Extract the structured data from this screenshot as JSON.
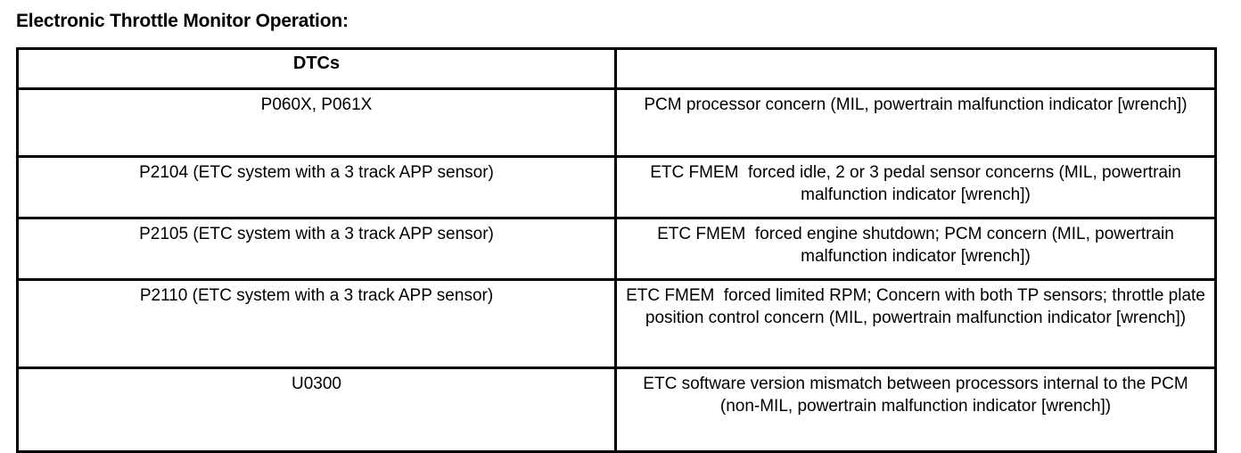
{
  "title": "Electronic Throttle Monitor Operation:",
  "table": {
    "columns": [
      {
        "header": "DTCs"
      },
      {
        "header": ""
      }
    ],
    "rows": [
      {
        "dtc": "P060X, P061X",
        "description": "PCM processor concern (MIL, powertrain malfunction indicator [wrench])"
      },
      {
        "dtc": "P2104 (ETC system with a 3 track APP sensor)",
        "description": "ETC FMEM  forced idle, 2 or 3 pedal sensor concerns (MIL, powertrain malfunction indicator [wrench])"
      },
      {
        "dtc": "P2105 (ETC system with a 3 track APP sensor)",
        "description": "ETC FMEM  forced engine shutdown; PCM concern (MIL, powertrain malfunction indicator [wrench])"
      },
      {
        "dtc": "P2110 (ETC system with a 3 track APP sensor)",
        "description": "ETC FMEM  forced limited RPM; Concern with both TP sensors; throttle plate position control concern (MIL, powertrain malfunction indicator [wrench])"
      },
      {
        "dtc": "U0300",
        "description": "ETC software version mismatch between processors internal to the PCM (non-MIL, powertrain malfunction indicator [wrench])"
      }
    ]
  },
  "colors": {
    "border": "#000000",
    "text": "#000000",
    "background": "#ffffff"
  }
}
